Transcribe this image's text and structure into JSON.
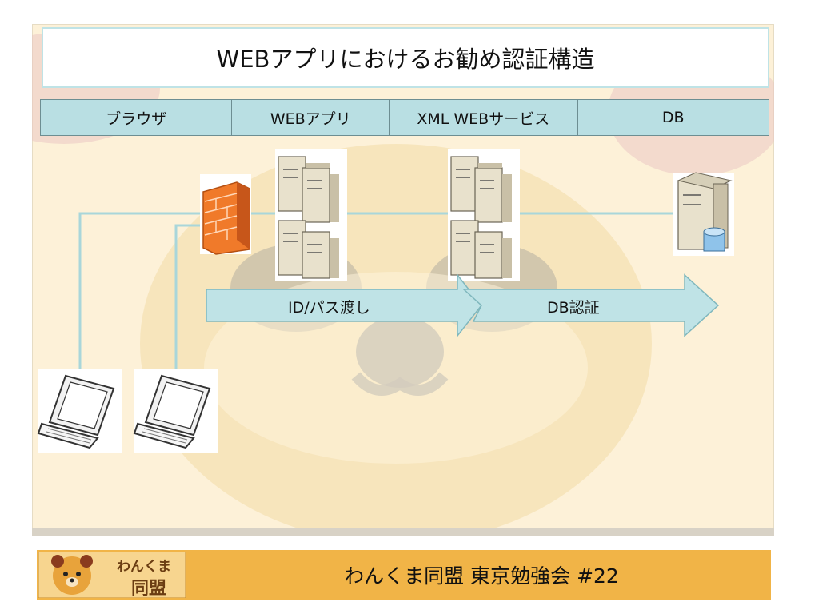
{
  "slide": {
    "title": "WEBアプリにおけるお勧め認証構造"
  },
  "columns": [
    {
      "label": "ブラウザ"
    },
    {
      "label": "WEBアプリ"
    },
    {
      "label": "XML WEBサービス"
    },
    {
      "label": "DB"
    }
  ],
  "flows": [
    {
      "label": "ID/パス渡し"
    },
    {
      "label": "DB認証"
    }
  ],
  "footer": {
    "text": "わんくま同盟 東京勉強会 #22",
    "logo_line1": "わんくま",
    "logo_line2": "同盟"
  },
  "colors": {
    "background": "#fdf1d8",
    "header_fill": "#b9dfe3",
    "arrow_fill": "#bfe3e6",
    "footer": "#f1b447",
    "firewall": "#f07a2a"
  },
  "icons": [
    "laptop-icon",
    "firewall-icon",
    "server-cluster-icon",
    "database-server-icon",
    "bear-logo-icon"
  ]
}
